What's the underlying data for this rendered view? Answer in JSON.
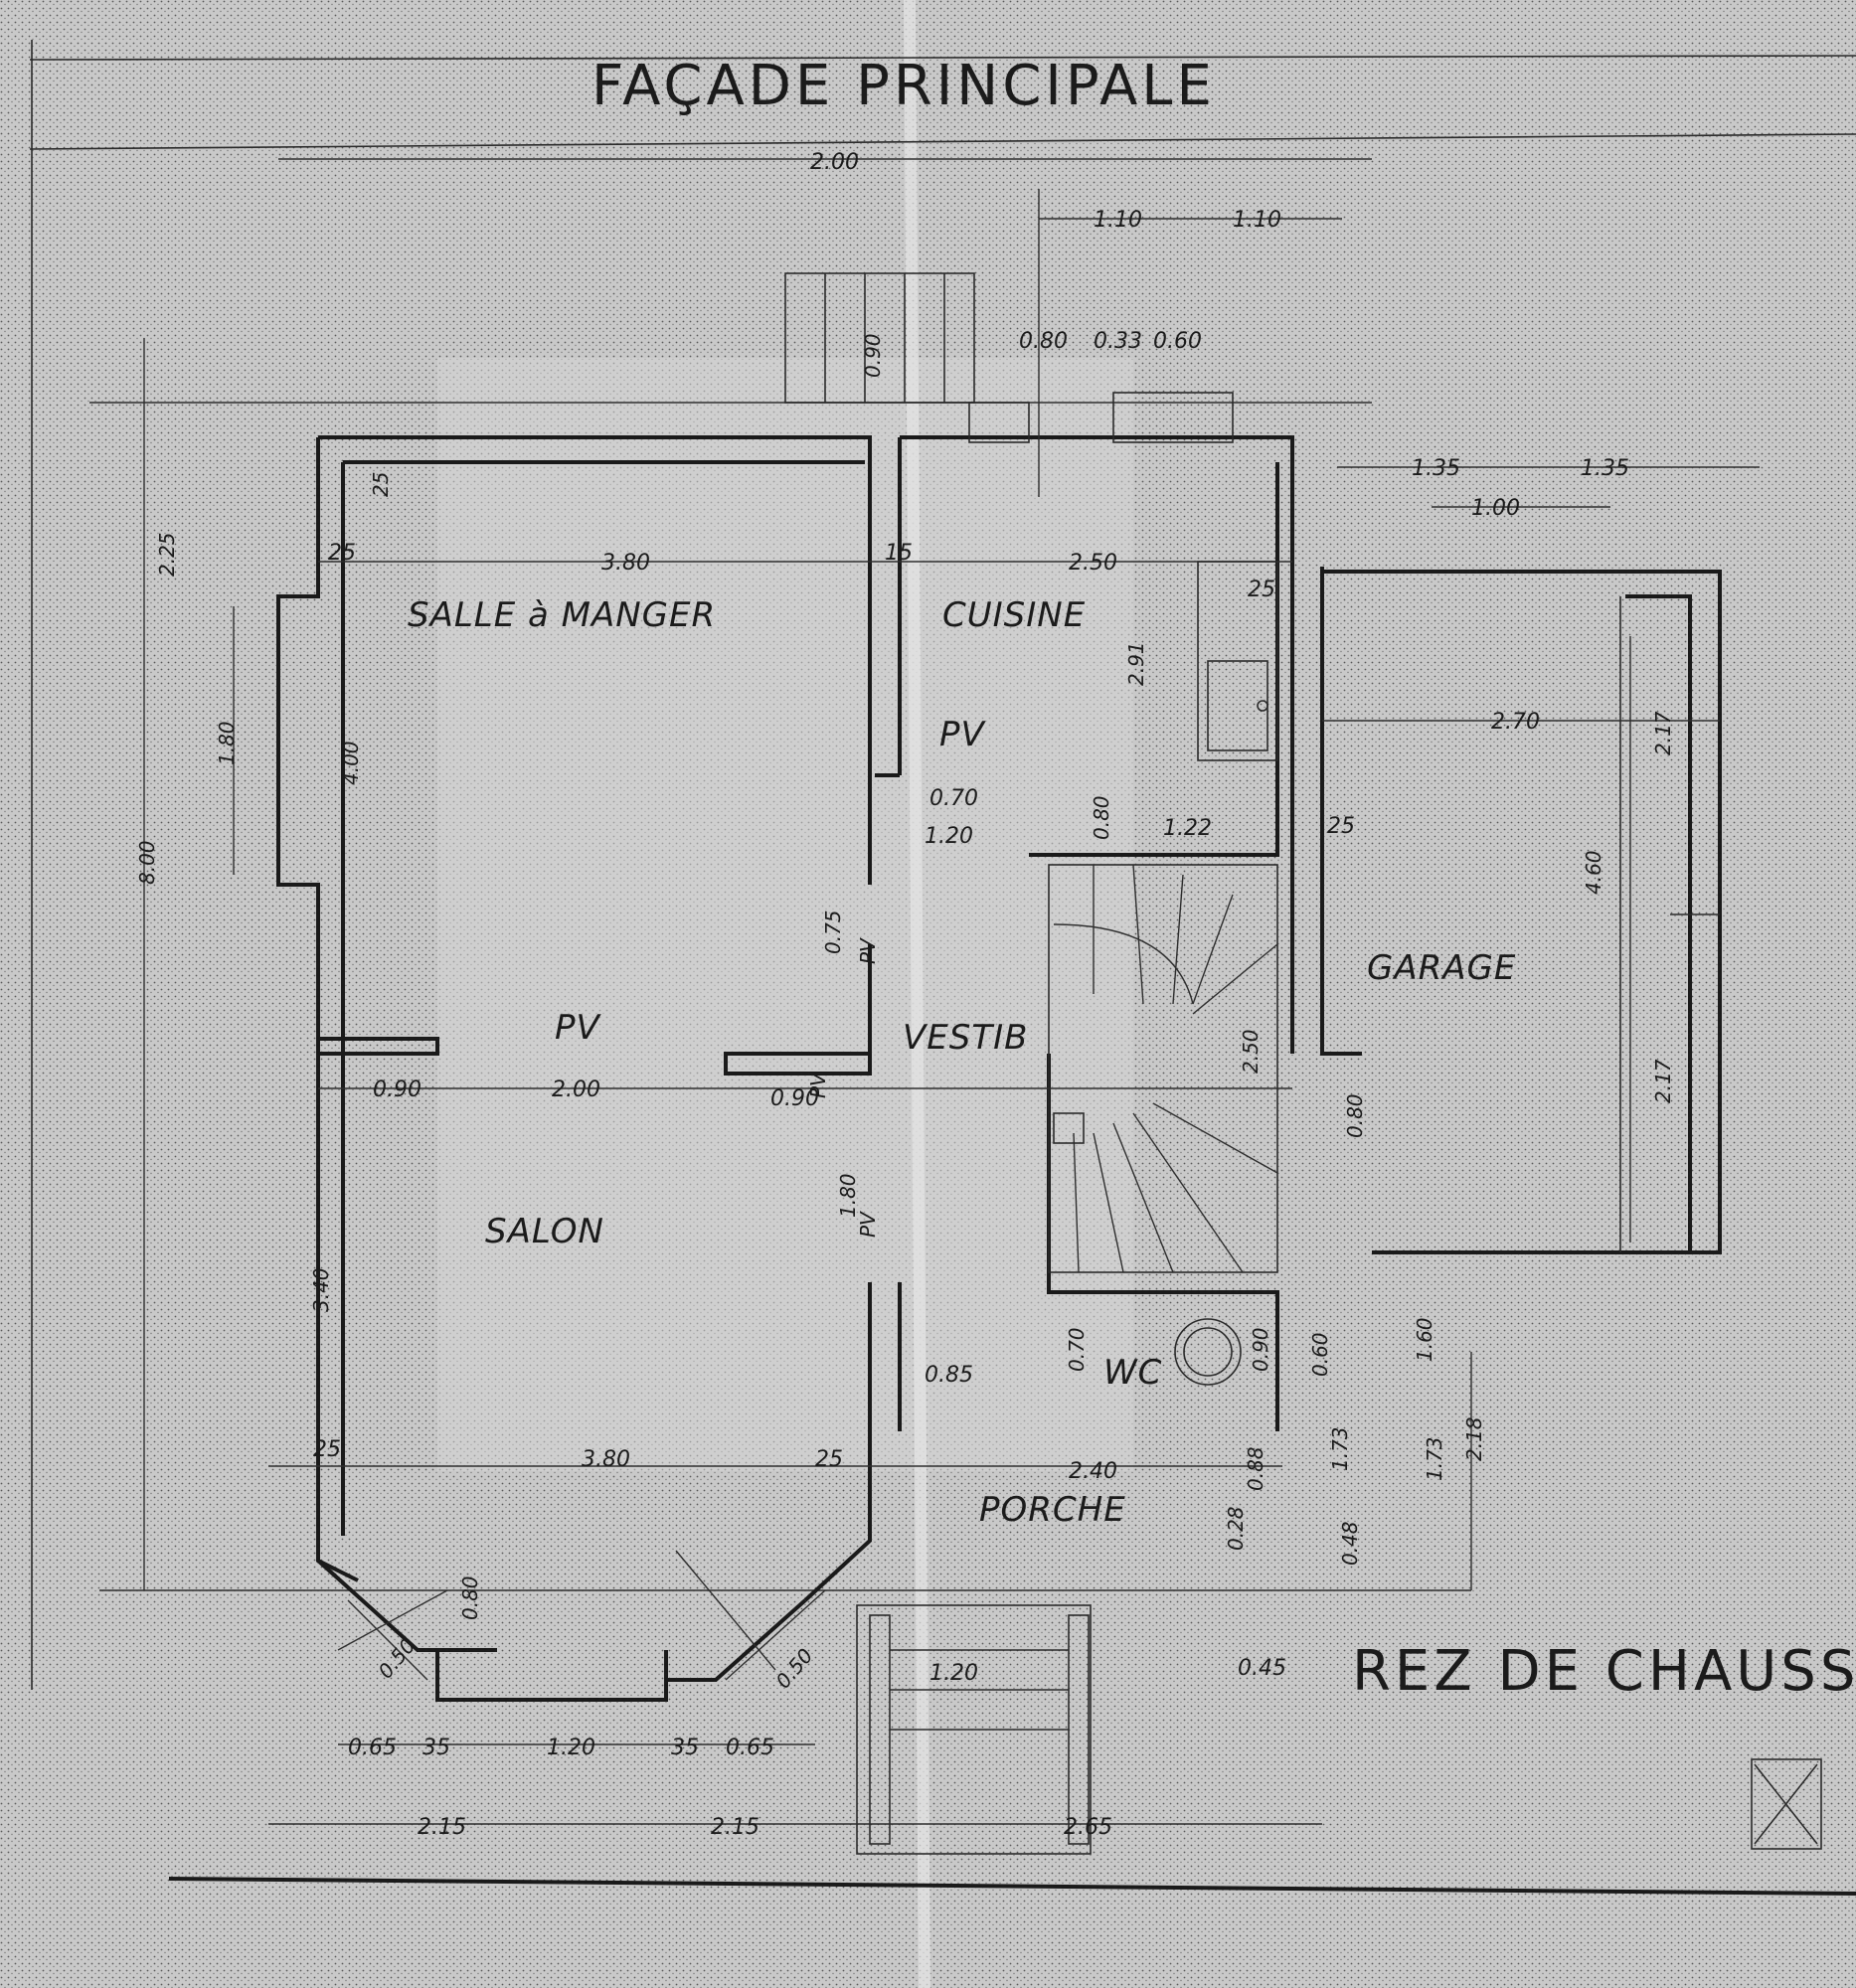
{
  "drawing": {
    "title_top": "FAÇADE PRINCIPALE",
    "title_right": "REZ DE CHAUSSÉ",
    "palette": {
      "paper": "#c9c9c9",
      "ink": "#1b1b1b"
    }
  },
  "rooms": {
    "dining": "SALLE à MANGER",
    "kitchen": "CUISINE",
    "living": "SALON",
    "garage": "GARAGE",
    "vestibule": "VESTIB",
    "porch": "PORCHE",
    "wc": "WC",
    "pv1": "PV",
    "pv2": "PV",
    "pv3": "PV",
    "pv4": "PV",
    "pv5": "PV"
  },
  "dimensions": {
    "d_200top": "2.00",
    "d_110a": "1.10",
    "d_110b": "1.10",
    "d_090v": "0.90",
    "d_080": "0.80",
    "d_033": "0.33",
    "d_060": "0.60",
    "d_135a": "1.35",
    "d_135b": "1.35",
    "d_100": "1.00",
    "d_25a": "25",
    "d_25b": "25",
    "d_380top": "3.80",
    "d_15": "15",
    "d_250": "2.50",
    "d_225": "2.25",
    "d_180": "1.80",
    "d_400": "4.00",
    "d_800": "8.00",
    "d_270": "2.70",
    "d_291": "2.91",
    "d_070": "0.70",
    "d_120a": "1.20",
    "d_122": "1.22",
    "d_080b": "0.80",
    "d_075": "0.75",
    "d_217a": "2.17",
    "d_460": "4.60",
    "d_217b": "2.17",
    "d_25c": "25",
    "d_090a": "0.90",
    "d_200mid": "2.00",
    "d_090b": "0.90",
    "d_250st": "2.50",
    "d_080c": "0.80",
    "d_180v": "1.80",
    "d_340": "3.40",
    "d_070wc": "0.70",
    "d_085": "0.85",
    "d_090wc": "0.90",
    "d_060wc": "0.60",
    "d_160": "1.60",
    "d_173a": "1.73",
    "d_173b": "1.73",
    "d_218": "2.18",
    "d_25d": "25",
    "d_380bot": "3.80",
    "d_25e": "25",
    "d_240": "2.40",
    "d_088": "0.88",
    "d_028": "0.28",
    "d_048": "0.48",
    "d_080bay": "0.80",
    "d_050": "0.50",
    "d_050b": "0.50",
    "d_120st": "1.20",
    "d_045": "0.45",
    "d_065a": "0.65",
    "d_35a": "35",
    "d_120bay": "1.20",
    "d_35b": "35",
    "d_065b": "0.65",
    "d_215a": "2.15",
    "d_215b": "2.15",
    "d_265": "2.65"
  }
}
